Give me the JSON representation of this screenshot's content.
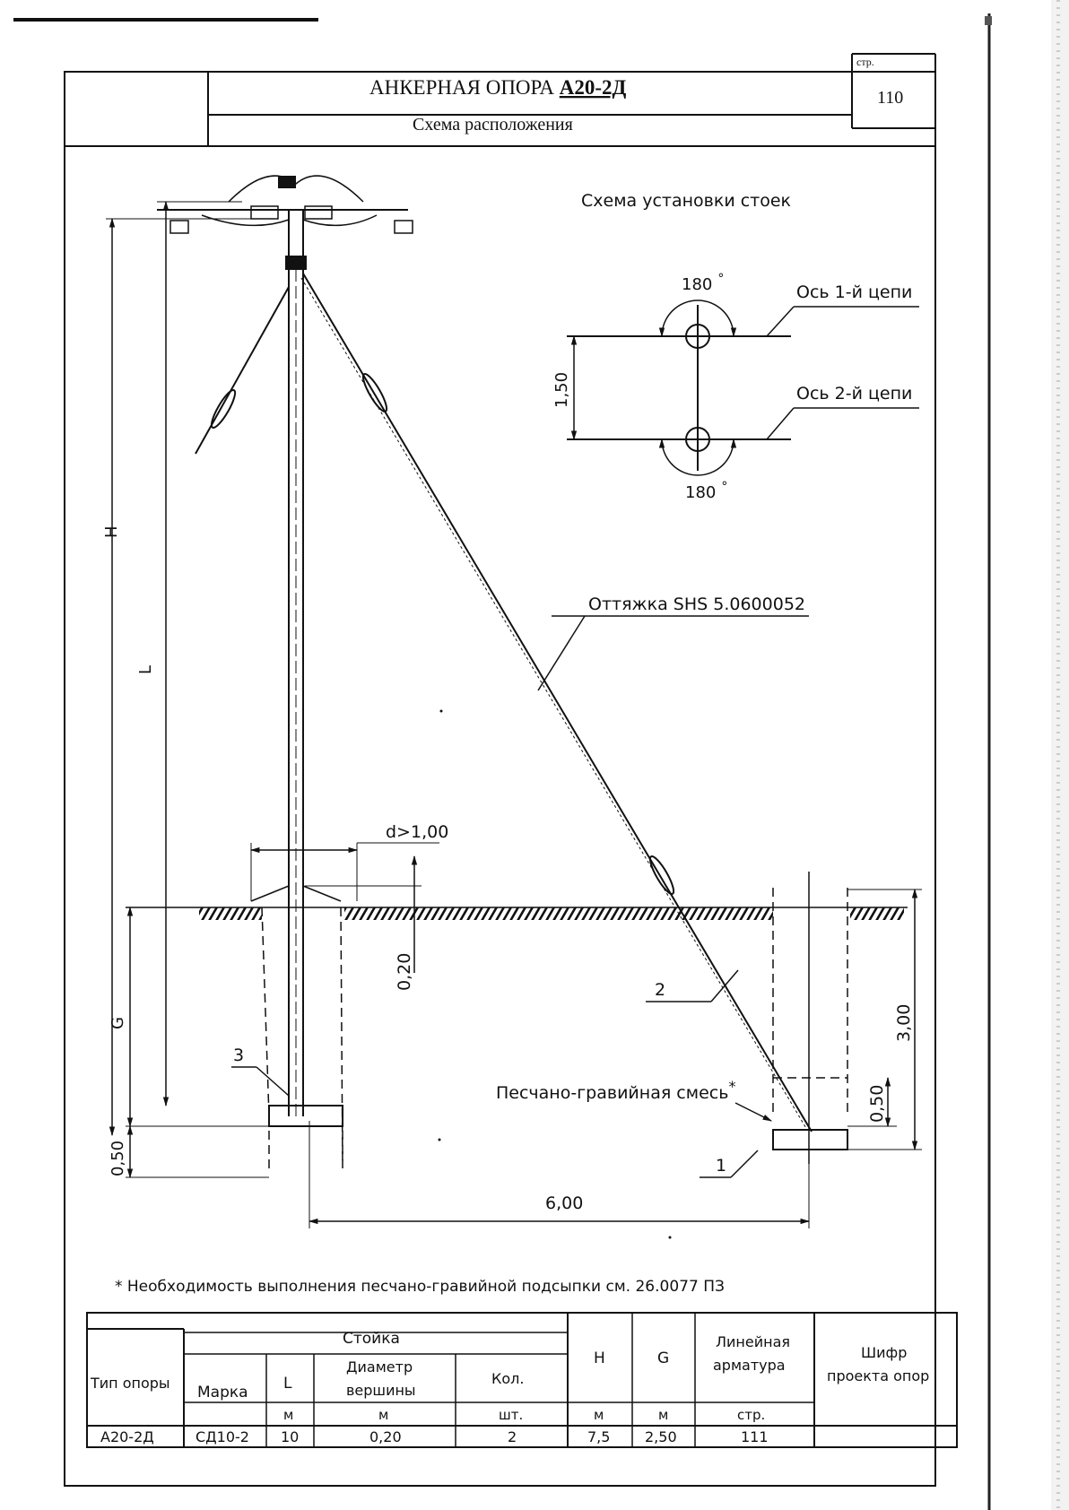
{
  "header": {
    "title_prefix": "АНКЕРНАЯ ОПОРА ",
    "title_code": "А20-2Д",
    "subtitle": "Схема расположения",
    "page_label": "стр.",
    "page_number": "110"
  },
  "drawing": {
    "scheme_title": "Схема установки стоек",
    "angle_top": "180",
    "angle_bottom": "180",
    "degree": "°",
    "spacing": "1,50",
    "axis1_label": "Ось 1-й цепи",
    "axis2_label": "Ось 2-й цепи",
    "guy_label": "Оттяжка SHS 5.0600052",
    "dim_H": "H",
    "dim_L": "L",
    "dim_G": "G",
    "dim_d": "d>1,00",
    "dim_020": "0,20",
    "dim_050_left": "0,50",
    "dim_050_right": "0,50",
    "dim_300": "3,00",
    "dim_600": "6,00",
    "callout_1": "1",
    "callout_2": "2",
    "callout_3": "3",
    "sand_label": "Песчано-гравийная смесь",
    "sand_star": "*"
  },
  "footnote": "* Необходимость выполнения песчано-гравийной подсыпки см. 26.0077 ПЗ",
  "table": {
    "col_type": "Тип опоры",
    "group_stand": "Стойка",
    "col_mark": "Марка",
    "col_L": "L",
    "col_diam_1": "Диаметр",
    "col_diam_2": "вершины",
    "col_qty": "Кол.",
    "col_H": "H",
    "col_G": "G",
    "col_arm_1": "Линейная",
    "col_arm_2": "арматура",
    "col_code_1": "Шифр",
    "col_code_2": "проекта опор",
    "units": {
      "L": "м",
      "diam": "м",
      "qty": "шт.",
      "H": "м",
      "G": "м",
      "arm": "стр."
    },
    "rows": [
      {
        "type": "А20-2Д",
        "mark": "СД10-2",
        "L": "10",
        "diam": "0,20",
        "qty": "2",
        "H": "7,5",
        "G": "2,50",
        "arm": "111",
        "code": ""
      }
    ]
  }
}
